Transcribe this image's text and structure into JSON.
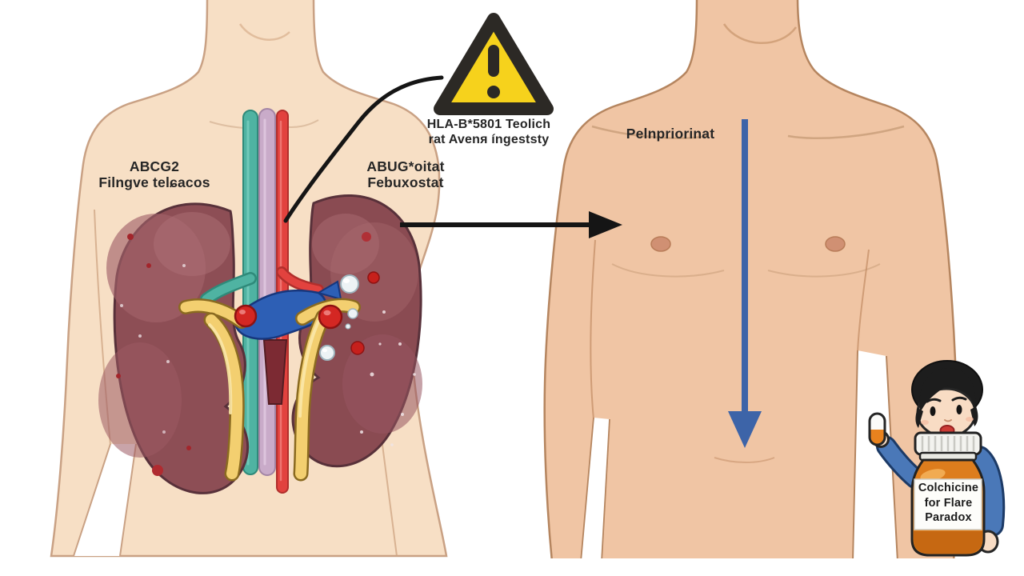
{
  "illustration": {
    "title_hint": "gout pharmacogenomics body diagram",
    "labels": {
      "abcg2": {
        "line1": "ABCG2",
        "line2": "Filngve telɕacos"
      },
      "warning": {
        "line1": "HLA-B*5801 Teolich",
        "line2": "rat Avenя íngeststy"
      },
      "febuxostat": {
        "line1": "ABUG*oitat",
        "line2": "Febuxostat"
      },
      "right_body": {
        "text": "Pelnpriorinat"
      }
    },
    "bottle": {
      "line1": "Colchicine",
      "line2": "for Flare",
      "line3": "Paradox"
    },
    "icons": {
      "warning": "warning-triangle-icon",
      "transition_arrow": "right-arrow-icon",
      "downward_arrow": "down-arrow-icon",
      "capsule": "pill-capsule-icon"
    },
    "colors": {
      "background": "#ffffff",
      "skin_left_figure": "#f7dfc5",
      "skin_left_outline": "#c9a184",
      "skin_right_figure": "#f0c5a4",
      "skin_right_outline": "#b5855f",
      "kidney": "#8d4e55",
      "kidney_outline": "#58313a",
      "vein_teal": "#4fb3a2",
      "aorta_mauve": "#c9abc9",
      "artery_red": "#e2423e",
      "renal_vein_blue": "#2d5fb5",
      "ureter_yellow": "#f3cf70",
      "crystal_white": "#edf3f5",
      "crystal_red": "#c6201c",
      "warning_yellow": "#f6d21c",
      "warning_border": "#2c2925",
      "arrow_black": "#151515",
      "arrow_blue": "#3d64a8",
      "bottle_orange": "#dd7d1d",
      "sweater_blue": "#4a78b8",
      "hair_black": "#1d1d1d"
    }
  }
}
